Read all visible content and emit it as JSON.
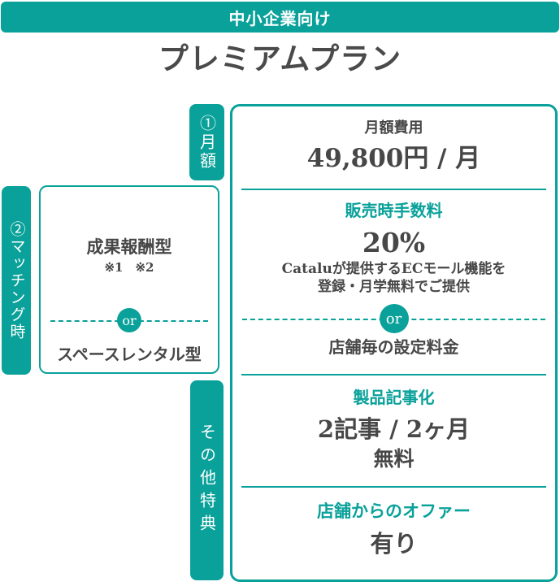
{
  "colors": {
    "accent": "#0aa19a",
    "text_dark": "#474747"
  },
  "banner": {
    "label": "中小企業向け"
  },
  "title": "プレミアムプラン",
  "tabs": {
    "monthly": "①月額",
    "matching": "②マッチング時",
    "other_benefits": "その他特典"
  },
  "matching_box": {
    "option_top": "成果報酬型",
    "footnotes": "※1　※2",
    "or_label": "or",
    "option_bottom": "スペースレンタル型"
  },
  "plan_box": {
    "monthly_fee": {
      "heading": "月額費用",
      "value": "49,800円 / 月"
    },
    "sales_commission": {
      "heading": "販売時手数料",
      "rate": "20%",
      "description_line1": "Cataluが提供するECモール機能を",
      "description_line2": "登録・月学無料でご提供",
      "or_label": "or",
      "alternative": "店舗毎の設定料金"
    },
    "product_articles": {
      "heading": "製品記事化",
      "value_line1": "2記事 / 2ヶ月",
      "value_line2": "無料"
    },
    "store_offer": {
      "heading": "店舗からのオファー",
      "value": "有り"
    }
  }
}
